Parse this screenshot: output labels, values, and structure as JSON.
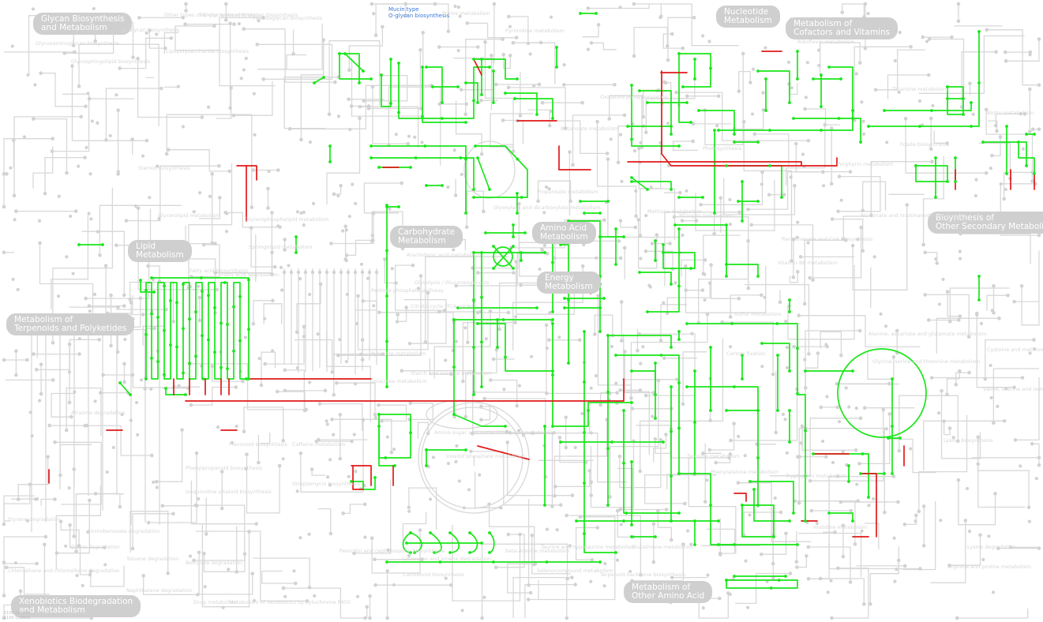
{
  "categories": [
    {
      "id": "glycan",
      "text": "Glycan Biosynthesis\nand Metabolism"
    },
    {
      "id": "nucleotide",
      "text": "Nucleotide\nMetabolism"
    },
    {
      "id": "cofactors",
      "text": "Metabolism of\nCofactors and Vitamins"
    },
    {
      "id": "secondary",
      "text": "Bioynthesis of\nOther Secondary Metabolites"
    },
    {
      "id": "lipid",
      "text": "Lipid\nMetabolism"
    },
    {
      "id": "carbohydrate",
      "text": "Carbohydrate\nMetabolism"
    },
    {
      "id": "aminoacid",
      "text": "Amino Acid\nMetabolism"
    },
    {
      "id": "energy",
      "text": "Energy\nMetabolism"
    },
    {
      "id": "terpenoids",
      "text": "Metabolism of\nTerpenoids and Polyketides"
    },
    {
      "id": "xenobiotics",
      "text": "Xenobiotics Biodegradation\nand Metabolism"
    },
    {
      "id": "otheramino",
      "text": "Metabolism of\nOther Amino Acid"
    }
  ],
  "highlight_label": {
    "line1": "Mucin type",
    "line2": "O-glycan biosynthesis"
  },
  "sublabels": [
    "N-Glycan biosynthesis",
    "Other types of O-glycan biosynthesis",
    "Various types of N-glycan biosynthesis",
    "Glycosaminoglycan biosynthesis",
    "Lipopolysaccharide biosynthesis",
    "Peptidoglycan biosynthesis",
    "Glycosphingolipid biosynthesis",
    "Purine metabolism",
    "Pyrimidine metabolism",
    "Riboflavin metabolism",
    "Thiamine metabolism",
    "Folate biosynthesis",
    "Porphyrin metabolism",
    "Nicotinate and nicotinamide metabolism",
    "Pantothenate and CoA biosynthesis",
    "Vitamin B6 metabolism",
    "Biotin metabolism",
    "Fatty acid biosynthesis",
    "Fatty acid degradation",
    "Steroid biosynthesis",
    "Glycerolipid metabolism",
    "Glycerophospholipid metabolism",
    "Sphingolipid metabolism",
    "Arachidonic acid metabolism",
    "Glycolysis / Gluconeogenesis",
    "Citrate cycle (TCA cycle)",
    "Pentose phosphate pathway",
    "Pyruvate metabolism",
    "Galactose metabolism",
    "Starch and sucrose metabolism",
    "Amino sugar and nucleotide sugar metabolism",
    "Inositol phosphate metabolism",
    "Glyoxylate and dicarboxylate metabolism",
    "Propanoate metabolism",
    "Butanoate metabolism",
    "Oxidative phosphorylation",
    "Photosynthesis",
    "Methane metabolism",
    "Nitrogen metabolism",
    "Sulfur metabolism",
    "Carbon fixation",
    "Alanine, aspartate and glutamate metabolism",
    "Glycine, serine and threonine metabolism",
    "Cysteine and methionine metabolism",
    "Valine, leucine and isoleucine degradation",
    "Lysine biosynthesis",
    "Lysine degradation",
    "Arginine and proline metabolism",
    "Histidine metabolism",
    "Tyrosine metabolism",
    "Phenylalanine metabolism",
    "Tryptophan metabolism",
    "beta-Alanine metabolism",
    "Taurine and hypotaurine metabolism",
    "Selenocompound metabolism",
    "Glutathione metabolism",
    "Terpenoid backbone biosynthesis",
    "Carotenoid biosynthesis",
    "Limonene and pinene degradation",
    "Flavonoid biosynthesis",
    "Phenylpropanoid biosynthesis",
    "Isoquinoline alkaloid biosynthesis",
    "Benzoate degradation",
    "Toluene degradation",
    "Naphthalene degradation",
    "Drug metabolism",
    "Metabolism of xenobiotics by cytochrome P450",
    "Caffeine metabolism",
    "Streptomycin biosynthesis",
    "Penicillin and cephalosporin biosynthesis",
    "Aminobenzoate degradation",
    "Dioxin degradation",
    "Chloroalkane and chloroalkene degradation",
    "Styrene degradation",
    "Atrazine degradation"
  ],
  "bottom_marks": [
    "1100 000000",
    "1100 000000"
  ]
}
